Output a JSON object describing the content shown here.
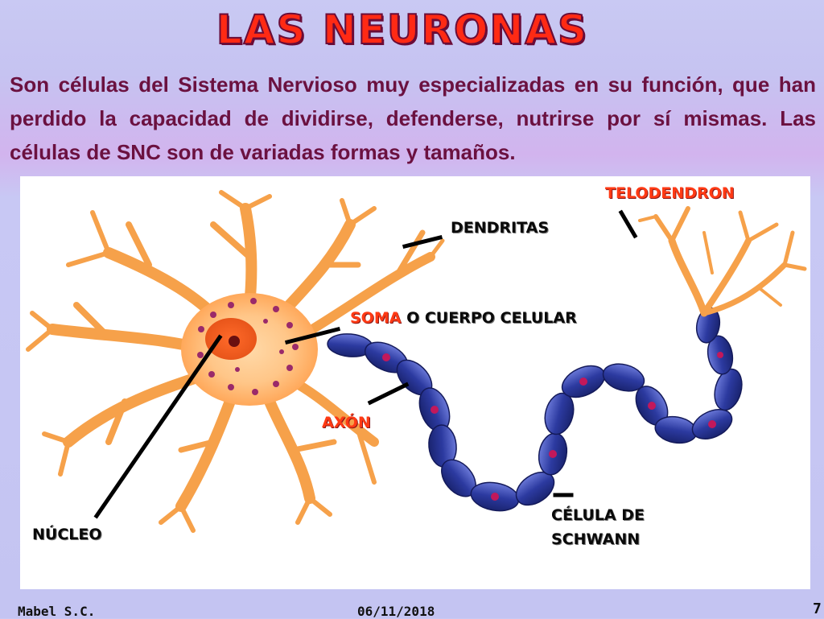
{
  "slide": {
    "title": "LAS NEURONAS",
    "intro": "Son células del Sistema Nervioso muy especializadas en su función, que han perdido la capacidad de dividirse, defenderse, nutrirse por sí mismas. Las células de SNC son de variadas formas y tamaños."
  },
  "labels": {
    "telodendron": "TELODENDRON",
    "dendritas": "DENDRITAS",
    "soma": "SOMA",
    "cuerpo": " O CUERPO CELULAR",
    "axon": "AXÓN",
    "nucleo": "NÚCLEO",
    "schwann_line1": "CÉLULA DE",
    "schwann_line2": "SCHWANN"
  },
  "footer": {
    "author": "Mabel S.C.",
    "date": "06/11/2018",
    "page": "7"
  },
  "colors": {
    "title": "#ff2a14",
    "intro_text": "#6b1140",
    "neuron_body": "#ffbd73",
    "axon": "#2a3a9a",
    "label_accent": "#ff3a14"
  }
}
